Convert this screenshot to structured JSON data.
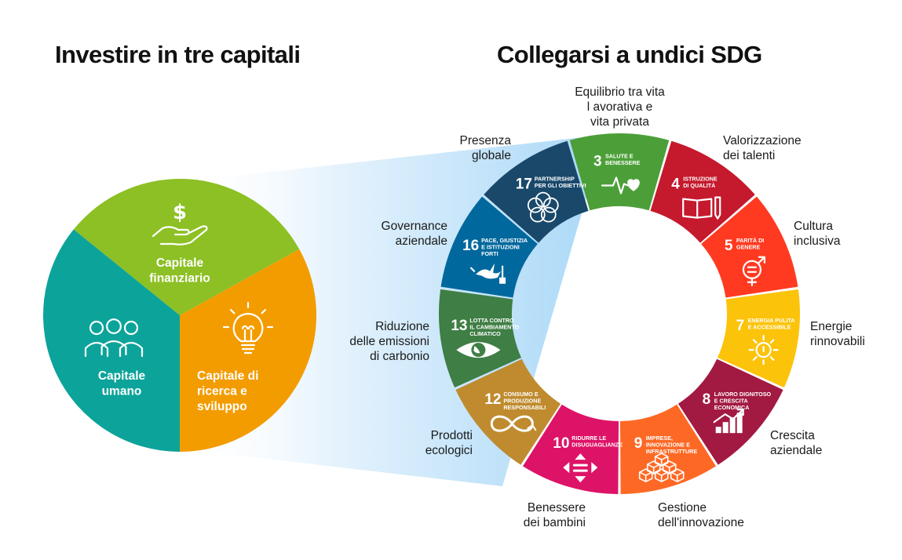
{
  "left_title": "Investire in tre capitali",
  "right_title": "Collegarsi a undici SDG",
  "capitals": [
    {
      "label": "Capitale\nfinanziario",
      "color": "#8cc024",
      "icon": "hand-dollar-icon"
    },
    {
      "label": "Capitale di\nricerca e\nsviluppo",
      "color": "#f39c00",
      "icon": "lightbulb-icon"
    },
    {
      "label": "Capitale\numano",
      "color": "#0ca39a",
      "icon": "people-group-icon"
    }
  ],
  "sdgs": [
    {
      "number": "3",
      "title": "SALUTE E\nBENESSERE",
      "color": "#4c9f38",
      "icon": "heartbeat-icon",
      "outer_label": "Equilibrio tra vita\nl avorativa e\nvita privata"
    },
    {
      "number": "4",
      "title": "ISTRUZIONE\nDI QUALITÀ",
      "color": "#c5192d",
      "icon": "book-pencil-icon",
      "outer_label": "Valorizzazione\ndei talenti"
    },
    {
      "number": "5",
      "title": "PARITÀ DI\nGENERE",
      "color": "#ff3a21",
      "icon": "gender-equality-icon",
      "outer_label": "Cultura\ninclusiva"
    },
    {
      "number": "7",
      "title": "ENERGIA PULITA\nE ACCESSIBILE",
      "color": "#fcc30b",
      "icon": "sun-power-icon",
      "outer_label": "Energie\nrinnovabili"
    },
    {
      "number": "8",
      "title": "LAVORO DIGNITOSO\nE CRESCITA\nECONOMICA",
      "color": "#a21942",
      "icon": "growth-chart-icon",
      "outer_label": "Crescita\naziendale"
    },
    {
      "number": "9",
      "title": "IMPRESE,\nINNOVAZIONE E\nINFRASTRUTTURE",
      "color": "#fd6925",
      "icon": "cubes-icon",
      "outer_label": "Gestione\ndell'innovazione"
    },
    {
      "number": "10",
      "title": "RIDURRE LE\nDISUGUAGLIANZE",
      "color": "#dd1367",
      "icon": "equality-arrows-icon",
      "outer_label": "Benessere\ndei bambini"
    },
    {
      "number": "12",
      "title": "CONSUMO E\nPRODUZIONE\nRESPONSABILI",
      "color": "#bf8b2e",
      "icon": "infinity-icon",
      "outer_label": "Prodotti\necologici"
    },
    {
      "number": "13",
      "title": "LOTTA CONTRO\nIL CAMBIAMENTO\nCLIMATICO",
      "color": "#3f7e44",
      "icon": "eye-globe-icon",
      "outer_label": "Riduzione\ndelle emissioni\ndi carbonio"
    },
    {
      "number": "16",
      "title": "PACE, GIUSTIZIA\nE ISTITUZIONI\nFORTI",
      "color": "#00689d",
      "icon": "dove-gavel-icon",
      "outer_label": "Governance\naziendale"
    },
    {
      "number": "17",
      "title": "PARTNERSHIP\nPER GLI OBIETTIVI",
      "color": "#19486a",
      "icon": "rings-icon",
      "outer_label": "Presenza\nglobale"
    }
  ]
}
